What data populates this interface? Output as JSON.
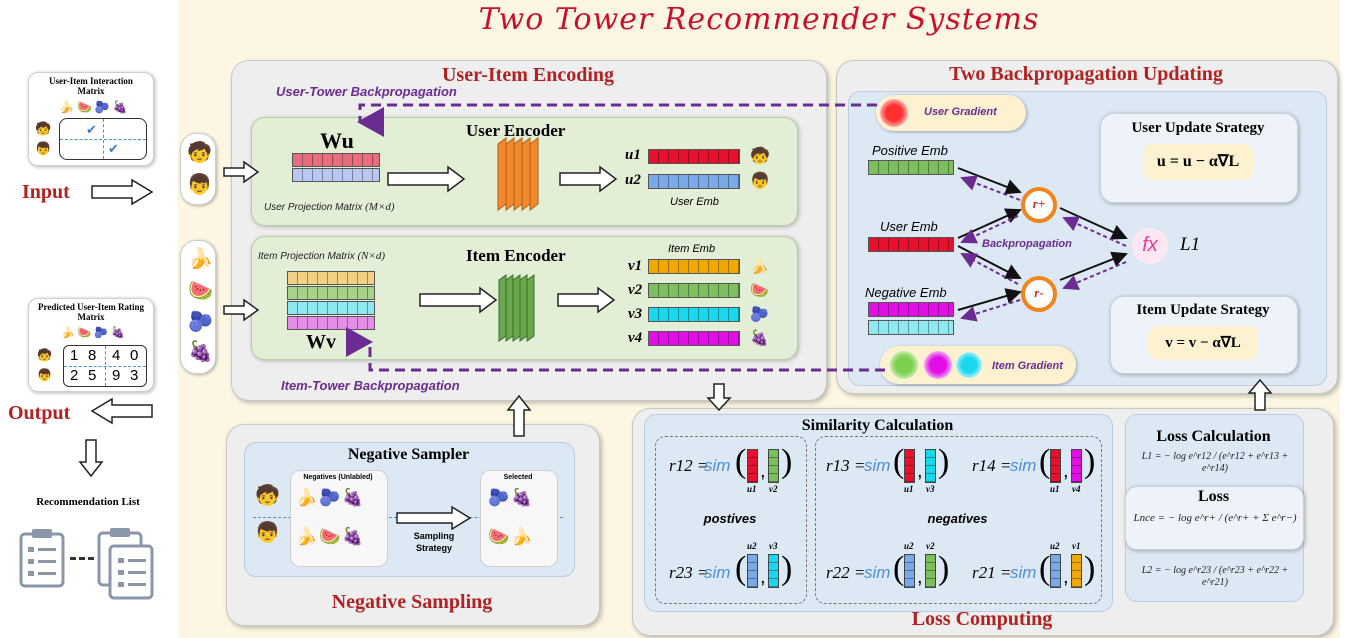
{
  "title": "Two Tower Recommender Systems",
  "left": {
    "input_label": "Input",
    "output_label": "Output",
    "interaction_matrix_title": "User-Item Interaction Matrix",
    "predicted_matrix_title": "Predicted User-Item Rating Matrix",
    "predicted_values": [
      "1",
      "8",
      "4",
      "0",
      "2",
      "5",
      "9",
      "3"
    ],
    "recommendation_label": "Recommendation List"
  },
  "encoding": {
    "title": "User-Item Encoding",
    "user_bp": "User-Tower Backpropagation",
    "item_bp": "Item-Tower Backpropagation",
    "user_encoder": "User Encoder",
    "item_encoder": "Item Encoder",
    "wu": "Wu",
    "wv": "Wv",
    "user_proj": "User Projection Matrix",
    "user_proj_dim": "(M×d)",
    "item_proj": "Item Projection Matrix",
    "item_proj_dim": "(N×d)",
    "user_emb": "User Emb",
    "item_emb": "Item Emb",
    "u1": "u1",
    "u2": "u2",
    "v1": "v1",
    "v2": "v2",
    "v3": "v3",
    "v4": "v4"
  },
  "backprop": {
    "title": "Two Backpropagation Updating",
    "user_gradient": "User Gradient",
    "item_gradient": "Item Gradient",
    "positive_emb": "Positive Emb",
    "user_emb": "User Emb",
    "negative_emb": "Negative Emb",
    "r_plus": "r+",
    "r_minus": "r-",
    "backpropagation": "Backpropagation",
    "fx": "fx",
    "l1": "L1",
    "user_update_title": "User Update Srategy",
    "user_update_formula": "u = u − α∇L",
    "item_update_title": "Item Update Srategy",
    "item_update_formula": "v = v − α∇L"
  },
  "sampling": {
    "title": "Negative Sampling",
    "sampler_title": "Negative Sampler",
    "negatives_label": "Negatives (Unlabled)",
    "selected_label": "Selected",
    "strategy_label": "Sampling Strategy"
  },
  "loss": {
    "title": "Loss Computing",
    "similarity_title": "Similarity Calculation",
    "sim": "sim",
    "r12": "r12 =",
    "r13": "r13 =",
    "r14": "r14 =",
    "r23": "r23 =",
    "r22": "r22 =",
    "r21": "r21 =",
    "postives": "postives",
    "negatives": "negatives",
    "loss_calc_title": "Loss Calculation",
    "loss_title": "Loss",
    "l1_formula": "L1 = − log e^r12 / (e^r12 + e^r13 + e^r14)",
    "lnce_formula": "Lnce = − log e^r+ / (e^r+ + Σ e^r−)",
    "l2_formula": "L2 = − log e^r23 / (e^r23 + e^r22 + e^r21)"
  },
  "colors": {
    "title_red": "#c8102e",
    "bp_purple": "#6a2c91",
    "user_red": "#e8112d",
    "positive_green": "#7dbf5e",
    "negative_magenta": "#e10fe6",
    "cyan": "#19d8ee",
    "blue": "#7aa9e8",
    "orange": "#f0a800"
  }
}
